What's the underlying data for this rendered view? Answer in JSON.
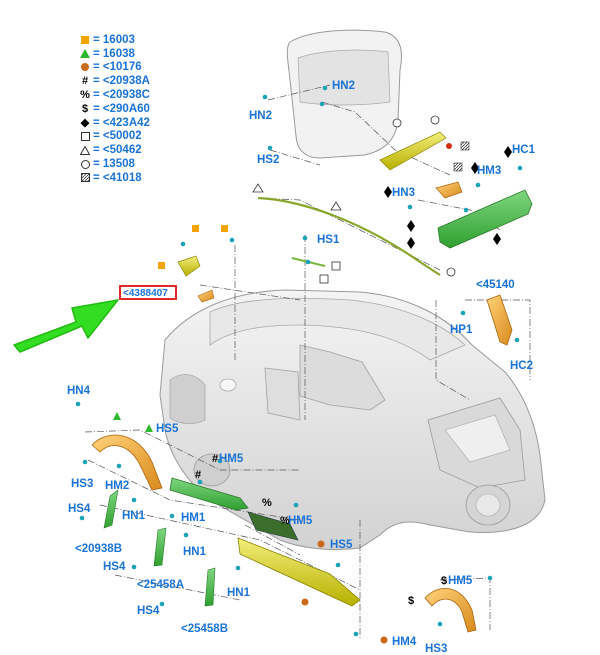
{
  "legend": [
    {
      "symbol": "square-orange",
      "text": "= 16003",
      "color": "#f5a300"
    },
    {
      "symbol": "triangle-green",
      "text": "= 16038",
      "color": "#2db82d"
    },
    {
      "symbol": "circle-brown",
      "text": "= <10176",
      "color": "#c86a1a"
    },
    {
      "symbol": "#",
      "text": "= <20938A"
    },
    {
      "symbol": "%",
      "text": "= <20938C"
    },
    {
      "symbol": "$",
      "text": "= <290A60"
    },
    {
      "symbol": "◆",
      "text": "= <423A42"
    },
    {
      "symbol": "square-outline",
      "text": "= <50002"
    },
    {
      "symbol": "triangle-outline",
      "text": "= <50462"
    },
    {
      "symbol": "circle-outline",
      "text": "= 13508"
    },
    {
      "symbol": "hatched-square",
      "text": "= <41018"
    }
  ],
  "callouts": {
    "hn2_top": "HN2",
    "hn2_left": "HN2",
    "hs2": "HS2",
    "hm3": "HM3",
    "hc1": "HC1",
    "hn3": "HN3",
    "hs1": "HS1",
    "c45140": "<45140",
    "hp1": "HP1",
    "hc2": "HC2",
    "hn4": "HN4",
    "hs5_left": "HS5",
    "hm5_top": "HM5",
    "hs3_left": "HS3",
    "hm2": "HM2",
    "hs4_top": "HS4",
    "hn1_a": "HN1",
    "hm1": "HM1",
    "hm5_mid": "HM5",
    "c20938b": "<20938B",
    "hn1_b": "HN1",
    "hs4_mid": "HS4",
    "c25458a": "<25458A",
    "hs5_right": "HS5",
    "hn1_c": "HN1",
    "hm5_right": "HM5",
    "hs4_bottom": "HS4",
    "c25458b": "<25458B",
    "hm4": "HM4",
    "hs3_right": "HS3",
    "boxed_ref": "<4388407"
  },
  "marks": {
    "hash_a": "#",
    "percent": "%",
    "dollar_a": "$",
    "dollar_b": "$"
  },
  "colors": {
    "label_blue": "#1a73d8",
    "pointer_green": "#33dd22",
    "highlight_red": "#e01010",
    "trim_green": "#3fae3f",
    "trim_yellow": "#c9c400",
    "trim_orange": "#e9a23b"
  },
  "icons": [
    "pointer-arrow-icon",
    "vehicle-body-icon",
    "liftgate-icon"
  ]
}
